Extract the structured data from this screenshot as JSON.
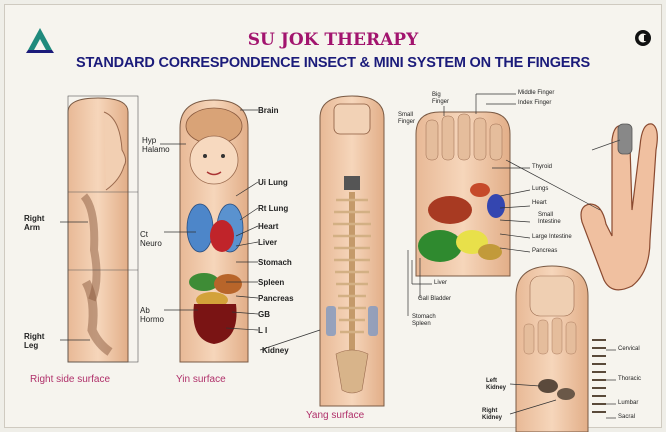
{
  "title": "SU JOK THERAPY",
  "subtitle": "STANDARD CORRESPONDENCE INSECT & MINI SYSTEM ON THE FINGERS",
  "colors": {
    "title": "#a2146e",
    "subtitle": "#1b1b7a",
    "logo": "#1f8a7c",
    "caption": "#b0306a",
    "skin": "#f0c8a6"
  },
  "icons": [
    "logo-triangle-icon",
    "copyright-c-icon"
  ],
  "labels": {
    "right_arm": "Right\nArm",
    "right_leg": "Right\nLeg",
    "hypothalamus": "Hyp\nHalamo",
    "ct_neuro": "Ct\nNeuro",
    "ab_hormo": "Ab\nHormo",
    "brain": "Brain",
    "ui_lung": "Ui Lung",
    "rt_lung": "Rt Lung",
    "heart": "Heart",
    "liver": "Liver",
    "stomach": "Stomach",
    "spleen": "Spleen",
    "pancreas": "Pancreas",
    "gb": "GB",
    "li": "L I",
    "kidney": "Kidney",
    "big_finger": "Big\nFinger",
    "small_finger": "Small\nFinger",
    "middle_finger": "Middle Finger",
    "index_finger": "Index Finger",
    "thyroid": "Thyroid",
    "lungs": "Lungs",
    "heart2": "Heart",
    "small_intestine": "Small\nIntestine",
    "large_intestine": "Large Intestine",
    "pancreas2": "Pancreas",
    "liver2": "Liver",
    "gall_bladder": "Gall Bladder",
    "stomach2": "Stomach\nSpleen",
    "cervical": "Cervical",
    "thoracic": "Thoracic",
    "lumbar": "Lumbar",
    "sacral": "Sacral",
    "left_kidney": "Left\nKidney",
    "right_kidney": "Right\nKidney"
  },
  "captions": {
    "right_side": "Right side surface",
    "yin": "Yin surface",
    "yang": "Yang surface"
  }
}
